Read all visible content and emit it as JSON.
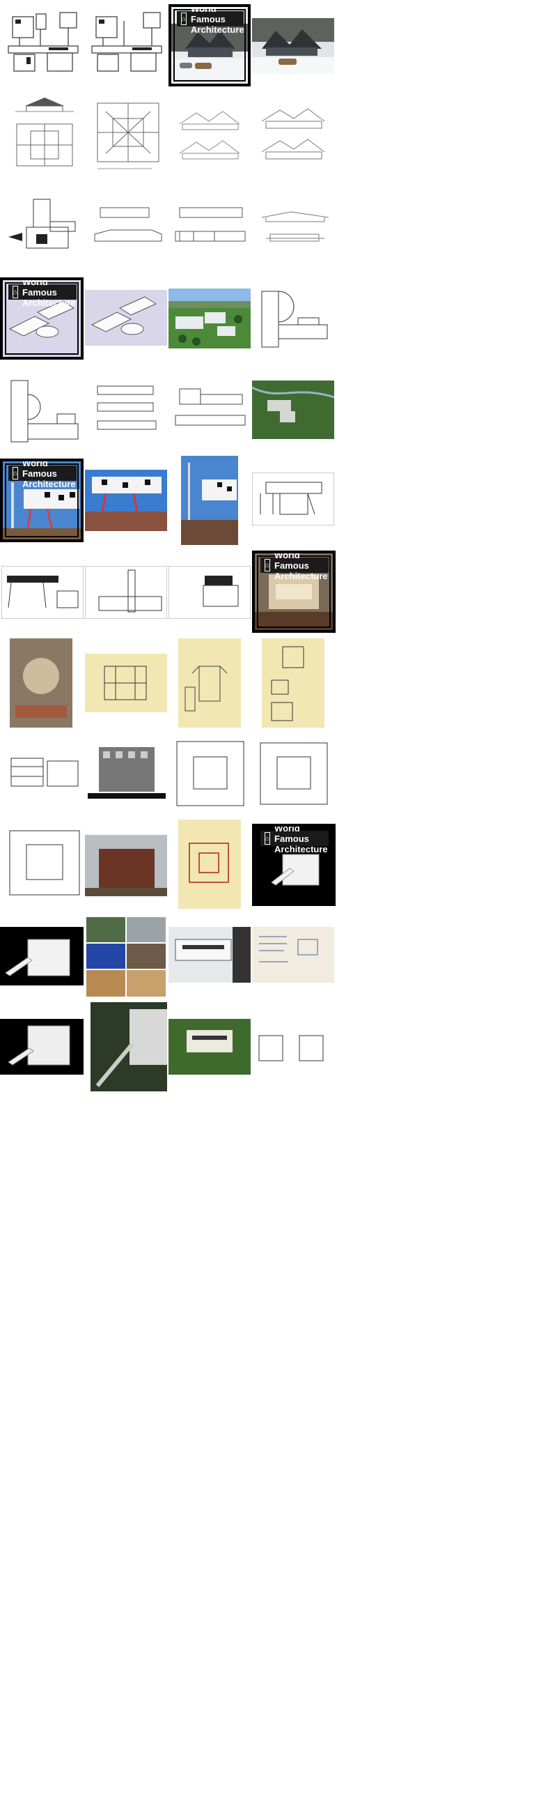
{
  "brand": {
    "badge_text": "World Famous Architecture",
    "logo_glyph": "⌂"
  },
  "palette": {
    "paper": "#ffffff",
    "ink": "#3a3a3a",
    "frame": "#000000",
    "lavender": "#d9d6ea",
    "sky": "#4a86d0",
    "parchment": "#f2e6b3",
    "brick": "#6b3526"
  },
  "rows": [
    {
      "name": "row-1",
      "items": [
        "plan-drawing",
        "plan-drawing",
        "photo-snow-badge",
        "photo-snow"
      ]
    },
    {
      "name": "row-2",
      "items": [
        "plan-elevation-sheet",
        "roof-plan-sheet",
        "elevation-sketch",
        "elevation-sketch"
      ]
    },
    {
      "name": "row-3",
      "items": [
        "site-plan",
        "elevations",
        "elevations",
        "elevations"
      ]
    },
    {
      "name": "row-4",
      "items": [
        "3d-model-badge",
        "3d-model",
        "aerial-photo",
        "plan-drawing"
      ]
    },
    {
      "name": "row-5",
      "items": [
        "plan-drawing",
        "elevations",
        "elevations",
        "aerial-site"
      ]
    },
    {
      "name": "row-6",
      "items": [
        "photo-tower-badge",
        "photo-tower",
        "photo-tower",
        "section-drawing"
      ]
    },
    {
      "name": "row-7",
      "items": [
        "cad-sheet",
        "cad-sheet",
        "cad-sheet",
        "photo-interior-badge"
      ]
    },
    {
      "name": "row-8",
      "items": [
        "photo-interior",
        "parchment-section",
        "parchment-axon",
        "parchment-plan"
      ]
    },
    {
      "name": "row-9",
      "items": [
        "sections",
        "facade-elevation",
        "floor-plan",
        "floor-plan"
      ]
    },
    {
      "name": "row-10",
      "items": [
        "floor-plan",
        "photo-brick",
        "parchment-plan-red",
        "model-white-badge"
      ]
    },
    {
      "name": "row-11",
      "items": [
        "model-white",
        "photo-collage",
        "photo-villa",
        "sketch-sheet"
      ]
    },
    {
      "name": "row-12",
      "items": [
        "model-white-dark",
        "photo-stair",
        "photo-villa-garden",
        "small-plans"
      ]
    }
  ]
}
